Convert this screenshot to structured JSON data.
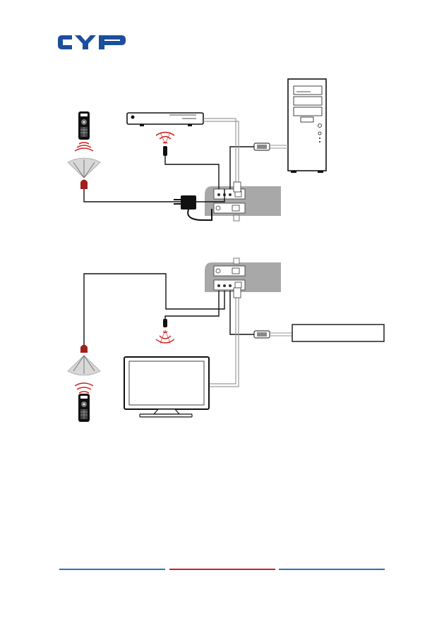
{
  "brand": {
    "logo_text": "CYP",
    "logo_color": "#1b4f9c"
  },
  "colors": {
    "panel_gray": "#a8a8a8",
    "cable_black": "#111111",
    "ir_red": "#cc1f1f",
    "ir_base": "#a0201a",
    "footer_blue": "#2f6fb8",
    "footer_red": "#c8202a"
  },
  "diagram": {
    "devices": [
      {
        "name": "blu-ray-player",
        "icon": "media-player-icon"
      },
      {
        "name": "pc-tower",
        "icon": "computer-icon"
      },
      {
        "name": "ir-blaster-tx",
        "icon": "ir-blaster-icon"
      },
      {
        "name": "ir-receiver-tx",
        "icon": "ir-receiver-icon"
      },
      {
        "name": "remote-top",
        "icon": "remote-control-icon"
      },
      {
        "name": "power-adapter",
        "icon": "power-adapter-icon"
      },
      {
        "name": "transmitter-unit",
        "icon": "transmitter-icon"
      },
      {
        "name": "receiver-unit",
        "icon": "receiver-icon"
      },
      {
        "name": "ir-blaster-rx",
        "icon": "ir-blaster-icon"
      },
      {
        "name": "ir-receiver-rx",
        "icon": "ir-receiver-icon"
      },
      {
        "name": "remote-bottom",
        "icon": "remote-control-icon"
      },
      {
        "name": "tv-display",
        "icon": "monitor-icon"
      },
      {
        "name": "rs232-device",
        "icon": "empty-device-box"
      }
    ]
  }
}
